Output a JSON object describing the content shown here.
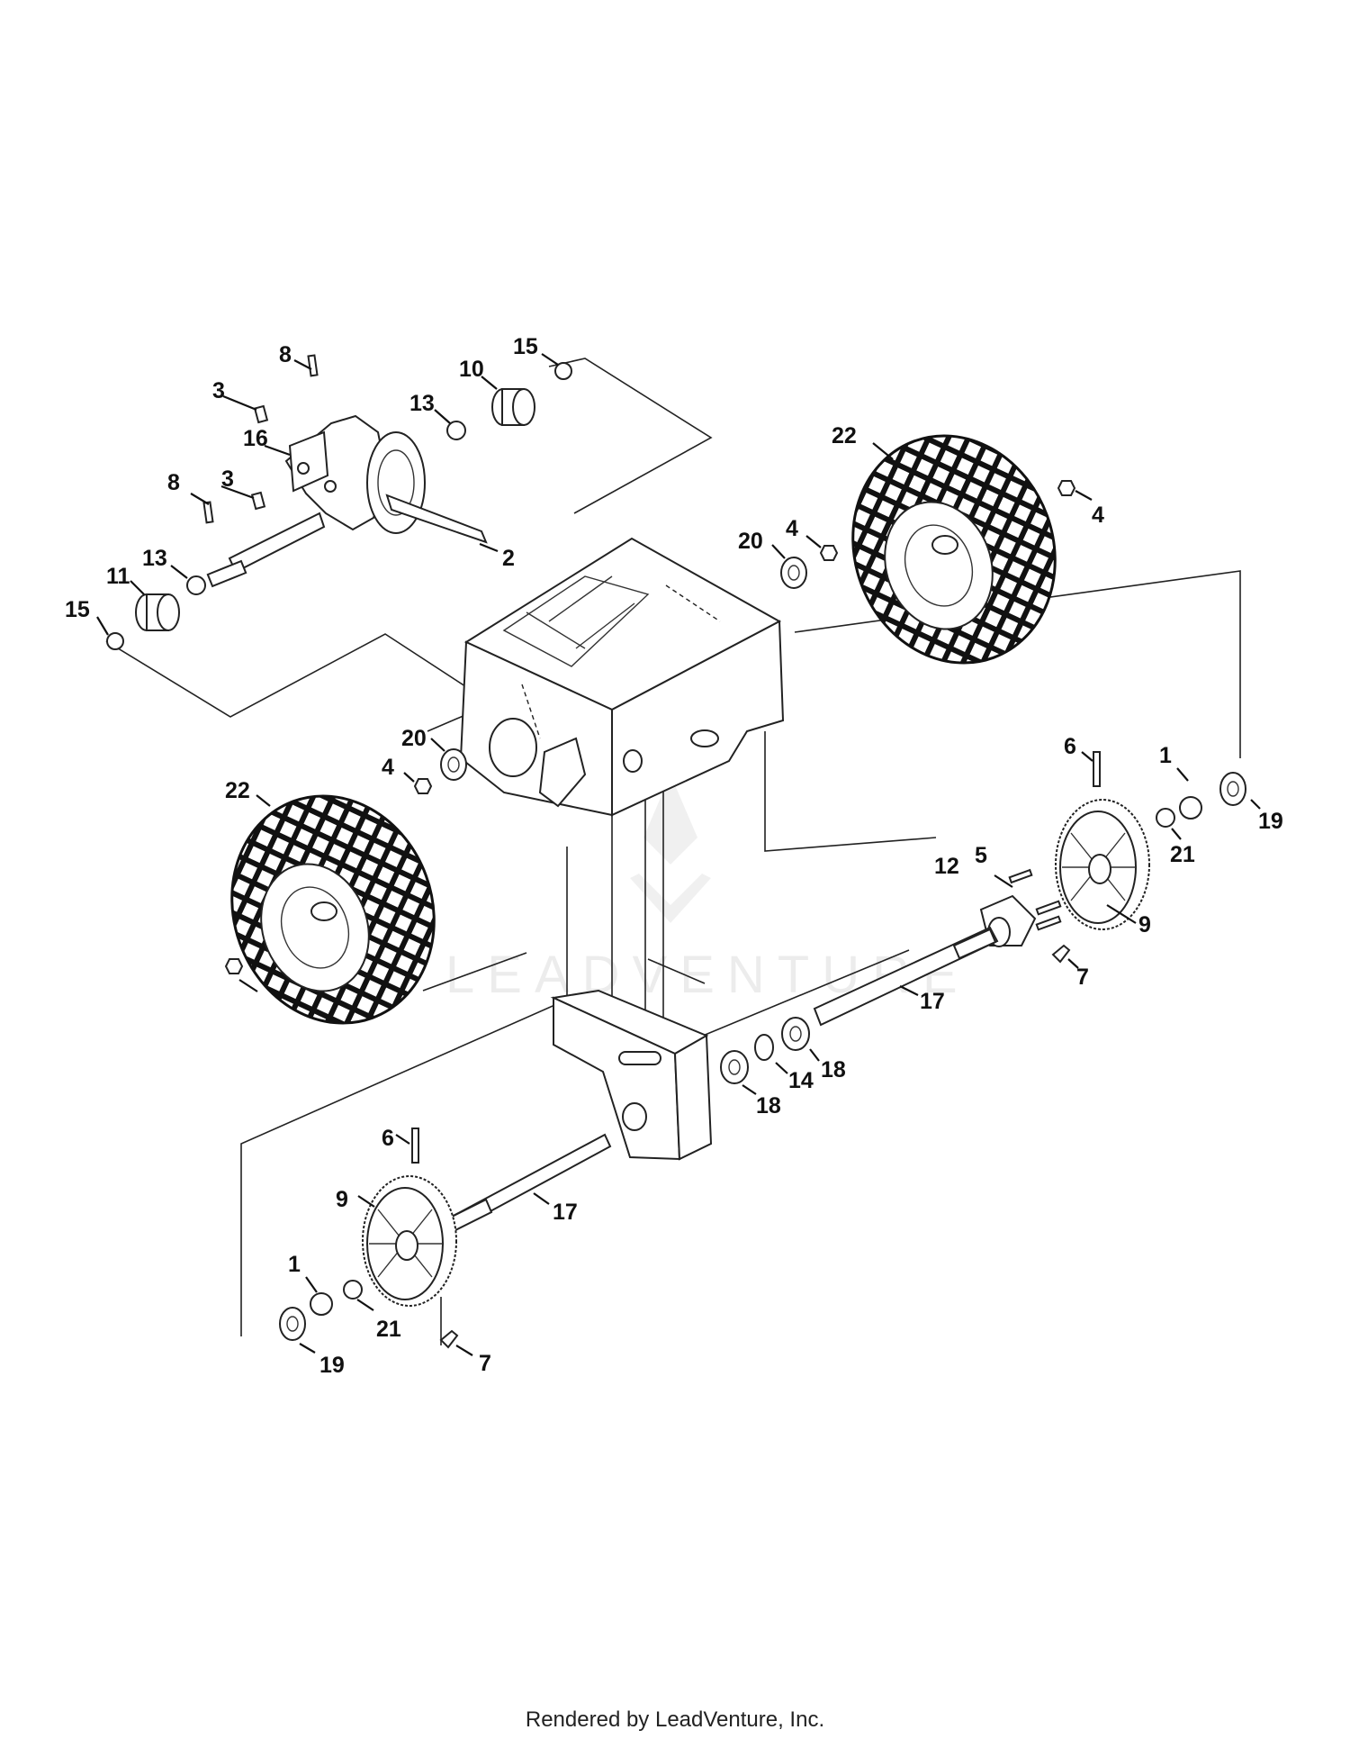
{
  "diagram": {
    "callouts": [
      {
        "label": "1"
      },
      {
        "label": "1"
      },
      {
        "label": "2"
      },
      {
        "label": "3"
      },
      {
        "label": "3"
      },
      {
        "label": "4"
      },
      {
        "label": "4"
      },
      {
        "label": "4"
      },
      {
        "label": "5"
      },
      {
        "label": "6"
      },
      {
        "label": "6"
      },
      {
        "label": "7"
      },
      {
        "label": "7"
      },
      {
        "label": "8"
      },
      {
        "label": "8"
      },
      {
        "label": "9"
      },
      {
        "label": "9"
      },
      {
        "label": "10"
      },
      {
        "label": "11"
      },
      {
        "label": "12"
      },
      {
        "label": "13"
      },
      {
        "label": "13"
      },
      {
        "label": "14"
      },
      {
        "label": "15"
      },
      {
        "label": "15"
      },
      {
        "label": "16"
      },
      {
        "label": "17"
      },
      {
        "label": "17"
      },
      {
        "label": "18"
      },
      {
        "label": "18"
      },
      {
        "label": "19"
      },
      {
        "label": "19"
      },
      {
        "label": "20"
      },
      {
        "label": "20"
      },
      {
        "label": "21"
      },
      {
        "label": "21"
      },
      {
        "label": "22"
      },
      {
        "label": "22"
      }
    ],
    "watermark": "LEADVENTURE"
  },
  "footer": {
    "text": "Rendered by LeadVenture, Inc."
  }
}
